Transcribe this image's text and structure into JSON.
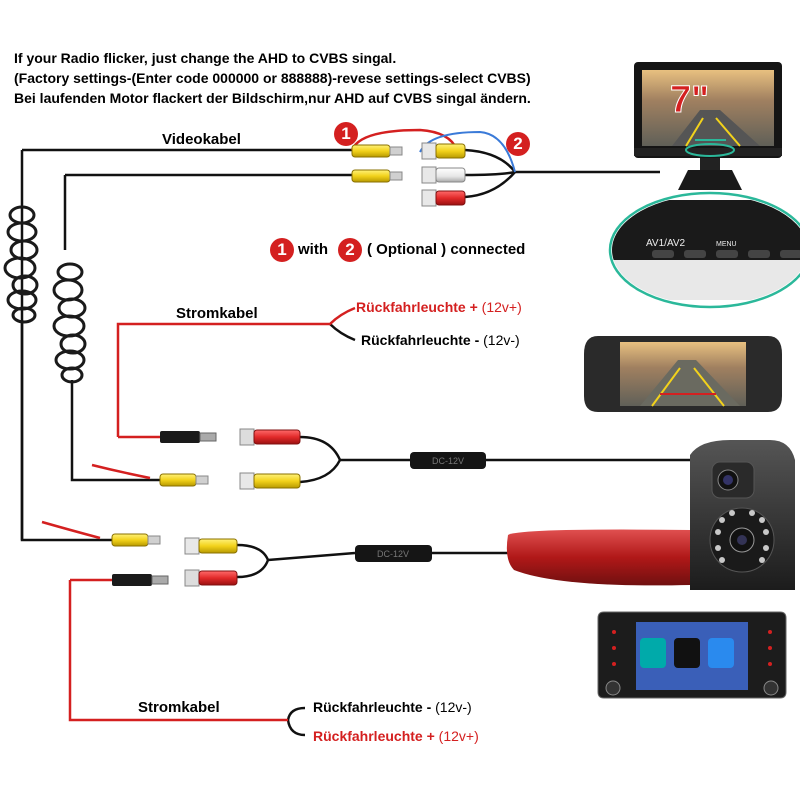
{
  "notes": [
    "If your Radio flicker, just change the AHD to CVBS singal.",
    "(Factory settings-(Enter code 000000 or 888888)-revese settings-select CVBS)",
    "Bei laufenden Motor flackert der Bildschirm,nur AHD auf CVBS singal ändern."
  ],
  "labels": {
    "videokabel": "Videokabel",
    "stromkabel_top": "Stromkabel",
    "stromkabel_bottom": "Stromkabel",
    "optional_badge1": "1",
    "optional_badge2": "2",
    "optional_with": "with",
    "optional_text": "( Optional ) connected",
    "plus_top_name": "Rückfahrleuchte +",
    "plus_top_volt": "(12v+)",
    "minus_top_name": "Rückfahrleuchte -",
    "minus_top_volt": "(12v-)",
    "minus_bottom_name": "Rückfahrleuchte -",
    "minus_bottom_volt": "(12v-)",
    "plus_bottom_name": "Rückfahrleuchte +",
    "plus_bottom_volt": "(12v+)",
    "monitor_size": "7\"",
    "menu_av": "AV1/AV2",
    "menu_label": "MENU",
    "box_label_1": "DC-12V",
    "box_label_2": "DC-12V"
  },
  "colors": {
    "red": "#d42020",
    "yellow": "#f2d21b",
    "teal": "#2bb89a"
  }
}
